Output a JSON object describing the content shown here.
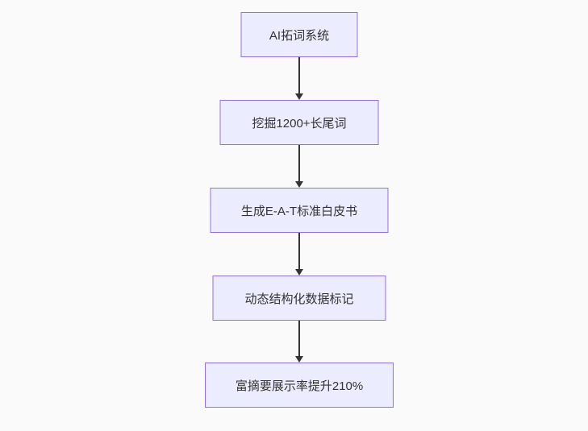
{
  "diagram": {
    "type": "flowchart",
    "direction": "top-down",
    "nodes": [
      {
        "id": "A",
        "label": "AI拓词系统"
      },
      {
        "id": "B",
        "label": "挖掘1200+长尾词"
      },
      {
        "id": "C",
        "label": "生成E-A-T标准白皮书"
      },
      {
        "id": "D",
        "label": "动态结构化数据标记"
      },
      {
        "id": "E",
        "label": "富摘要展示率提升210%"
      }
    ],
    "edges": [
      {
        "from": "A",
        "to": "B"
      },
      {
        "from": "B",
        "to": "C"
      },
      {
        "from": "C",
        "to": "D"
      },
      {
        "from": "D",
        "to": "E"
      }
    ],
    "colors": {
      "node_fill": "#ECECFF",
      "node_border": "#9370DB",
      "arrow": "#333333",
      "background": "#FAFAFA",
      "text": "#333333"
    }
  }
}
